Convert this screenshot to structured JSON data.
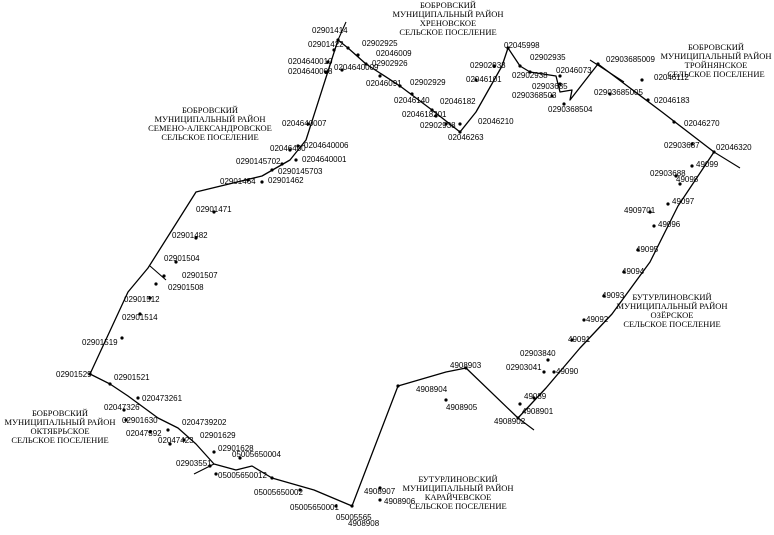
{
  "regions": [
    {
      "id": "bobrov-hrenovskoe",
      "lines": [
        "БОБРОВСКИЙ",
        "МУНИЦИПАЛЬНЫЙ РАЙОН",
        "ХРЕНОВСКОЕ",
        "СЕЛЬСКОЕ ПОСЕЛЕНИЕ"
      ]
    },
    {
      "id": "bobrov-troyanskoe",
      "lines": [
        "БОБРОВСКИЙ",
        "МУНИЦИПАЛЬНЫЙ РАЙОН",
        "ТРОЙНЯНСКОЕ",
        "СЕЛЬСКОЕ ПОСЕЛЕНИЕ"
      ]
    },
    {
      "id": "bobrov-semeno",
      "lines": [
        "БОБРОВСКИЙ",
        "МУНИЦИПАЛЬНЫЙ РАЙОН",
        "СЕМЕНО-АЛЕКСАНДРОВСКОЕ",
        "СЕЛЬСКОЕ ПОСЕЛЕНИЕ"
      ]
    },
    {
      "id": "buturl-ozerskoe",
      "lines": [
        "БУТУРЛИНОВСКИЙ",
        "МУНИЦИПАЛЬНЫЙ РАЙОН",
        "ОЗЁРСКОЕ",
        "СЕЛЬСКОЕ ПОСЕЛЕНИЕ"
      ]
    },
    {
      "id": "bobrov-oktyabrskoe",
      "lines": [
        "БОБРОВСКИЙ",
        "МУНИЦИПАЛЬНЫЙ РАЙОН",
        "ОКТЯБРЬСКОЕ",
        "СЕЛЬСКОЕ ПОСЕЛЕНИЕ"
      ]
    },
    {
      "id": "buturl-karaychevskoe",
      "lines": [
        "БУТУРЛИНОВСКИЙ",
        "МУНИЦИПАЛЬНЫЙ РАЙОН",
        "КАРАЙЧЕВСКОЕ",
        "СЕЛЬСКОЕ ПОСЕЛЕНИЕ"
      ]
    }
  ],
  "points": [
    "02901414",
    "02901422",
    "0204640010",
    "0204640008",
    "02902925",
    "02046009",
    "02902926",
    "0204640009",
    "02046091",
    "02902929",
    "02046140",
    "02046182",
    "0204618201",
    "02902938",
    "02046210",
    "02046263",
    "02045998",
    "02902933",
    "02902935",
    "02046101",
    "02902938",
    "02903685",
    "02046073",
    "0290368503",
    "0290368504",
    "02903685009",
    "02903685005",
    "02046112",
    "02046183",
    "02046270",
    "02903687",
    "02046320",
    "0204640007",
    "0204640006",
    "02046400",
    "0204640001",
    "0290145702",
    "0290145703",
    "02901464",
    "02901462",
    "02901471",
    "02901482",
    "02901504",
    "02901507",
    "02901508",
    "02901512",
    "02901514",
    "02901519",
    "02901529",
    "02901521",
    "020473261",
    "02047326",
    "02901630",
    "0204739202",
    "02047392",
    "02901629",
    "02047423",
    "02901628",
    "05005650004",
    "02903551",
    "05005650012",
    "05005650002",
    "05005650001",
    "05005565",
    "4908907",
    "4908906",
    "4908908",
    "4908904",
    "4908905",
    "4908903",
    "4908902",
    "4908901",
    "02903840",
    "02903041",
    "49090",
    "49089",
    "49091",
    "49092",
    "49093",
    "49094",
    "49095",
    "49096",
    "49097",
    "4909701",
    "49098",
    "02903688",
    "49099"
  ]
}
